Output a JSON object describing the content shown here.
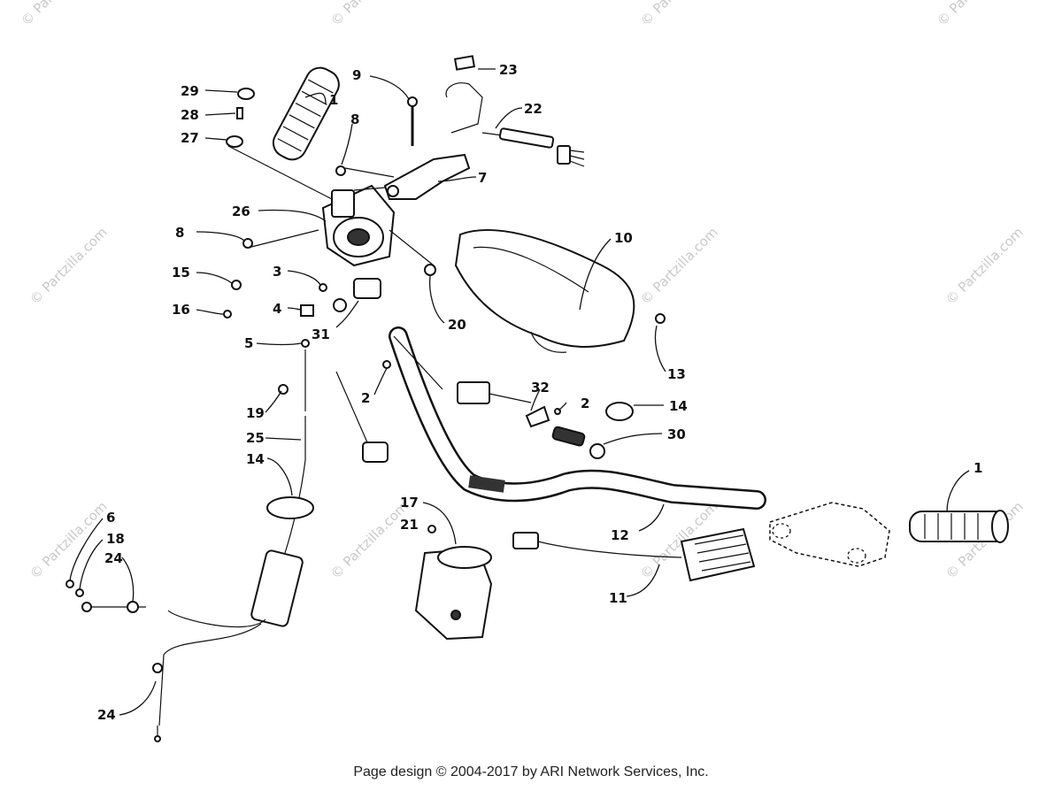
{
  "watermark": "© Partzilla.com",
  "footer": "Page design © 2004-2017 by ARI Network Services, Inc.",
  "callouts": {
    "c1a": "1",
    "c1b": "1",
    "c2a": "2",
    "c2b": "2",
    "c3": "3",
    "c4": "4",
    "c5": "5",
    "c6": "6",
    "c7": "7",
    "c8a": "8",
    "c8b": "8",
    "c9": "9",
    "c10": "10",
    "c11": "11",
    "c12": "12",
    "c13": "13",
    "c14a": "14",
    "c14b": "14",
    "c15": "15",
    "c16": "16",
    "c17": "17",
    "c18": "18",
    "c19": "19",
    "c20": "20",
    "c21": "21",
    "c22": "22",
    "c23": "23",
    "c24a": "24",
    "c24b": "24",
    "c25": "25",
    "c26": "26",
    "c27": "27",
    "c28": "28",
    "c29": "29",
    "c30": "30",
    "c31": "31",
    "c32": "32"
  }
}
